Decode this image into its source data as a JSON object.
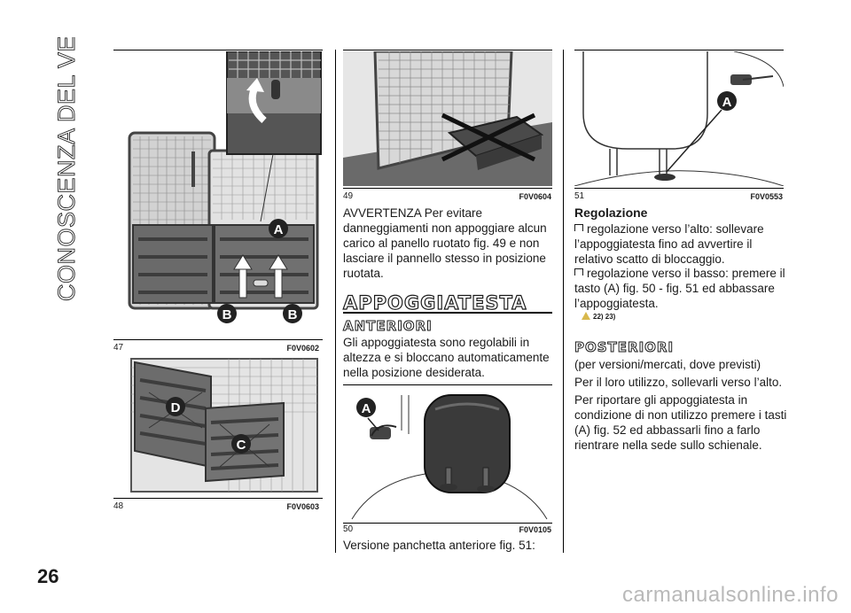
{
  "sidebar": {
    "title": "CONOSCENZA DEL VEICOLO"
  },
  "page_number": "26",
  "watermark": "carmanualsonline.info",
  "figures": [
    {
      "num": "47",
      "code": "F0V0602",
      "labels": [
        "A",
        "B",
        "B"
      ]
    },
    {
      "num": "48",
      "code": "F0V0603",
      "labels": [
        "D",
        "C"
      ]
    },
    {
      "num": "49",
      "code": "F0V0604"
    },
    {
      "num": "50",
      "code": "F0V0105",
      "labels": [
        "A"
      ]
    },
    {
      "num": "51",
      "code": "F0V0553",
      "labels": [
        "A"
      ]
    }
  ],
  "col2": {
    "warning": "AVVERTENZA Per evitare danneggiamenti non appoggiare alcun carico al panello ruotato fig. 49 e non lasciare il pannello stesso in posizione ruotata.",
    "heading": "APPOGGIATESTA",
    "subheading": "ANTERIORI",
    "intro": "Gli appoggiatesta sono regolabili in altezza e si bloccano automaticamente nella posizione desiderata.",
    "bottom": "Versione panchetta anteriore fig. 51:"
  },
  "col3": {
    "heading": "Regolazione",
    "bullet1": "regolazione verso l’alto: sollevare l’appoggiatesta fino ad avvertire il relativo scatto di bloccaggio.",
    "bullet2": "regolazione verso il basso: premere il tasto (A) fig. 50 - fig. 51 ed abbassare l’appoggiatesta.",
    "warn_refs": "22) 23)",
    "subheading": "POSTERIORI",
    "p1": "(per versioni/mercati, dove previsti)",
    "p2": "Per il loro utilizzo, sollevarli verso l’alto.",
    "p3": "Per riportare gli appoggiatesta in condizione di non utilizzo premere i tasti (A) fig. 52 ed abbassarli fino a farlo rientrare nella sede sullo schienale."
  }
}
